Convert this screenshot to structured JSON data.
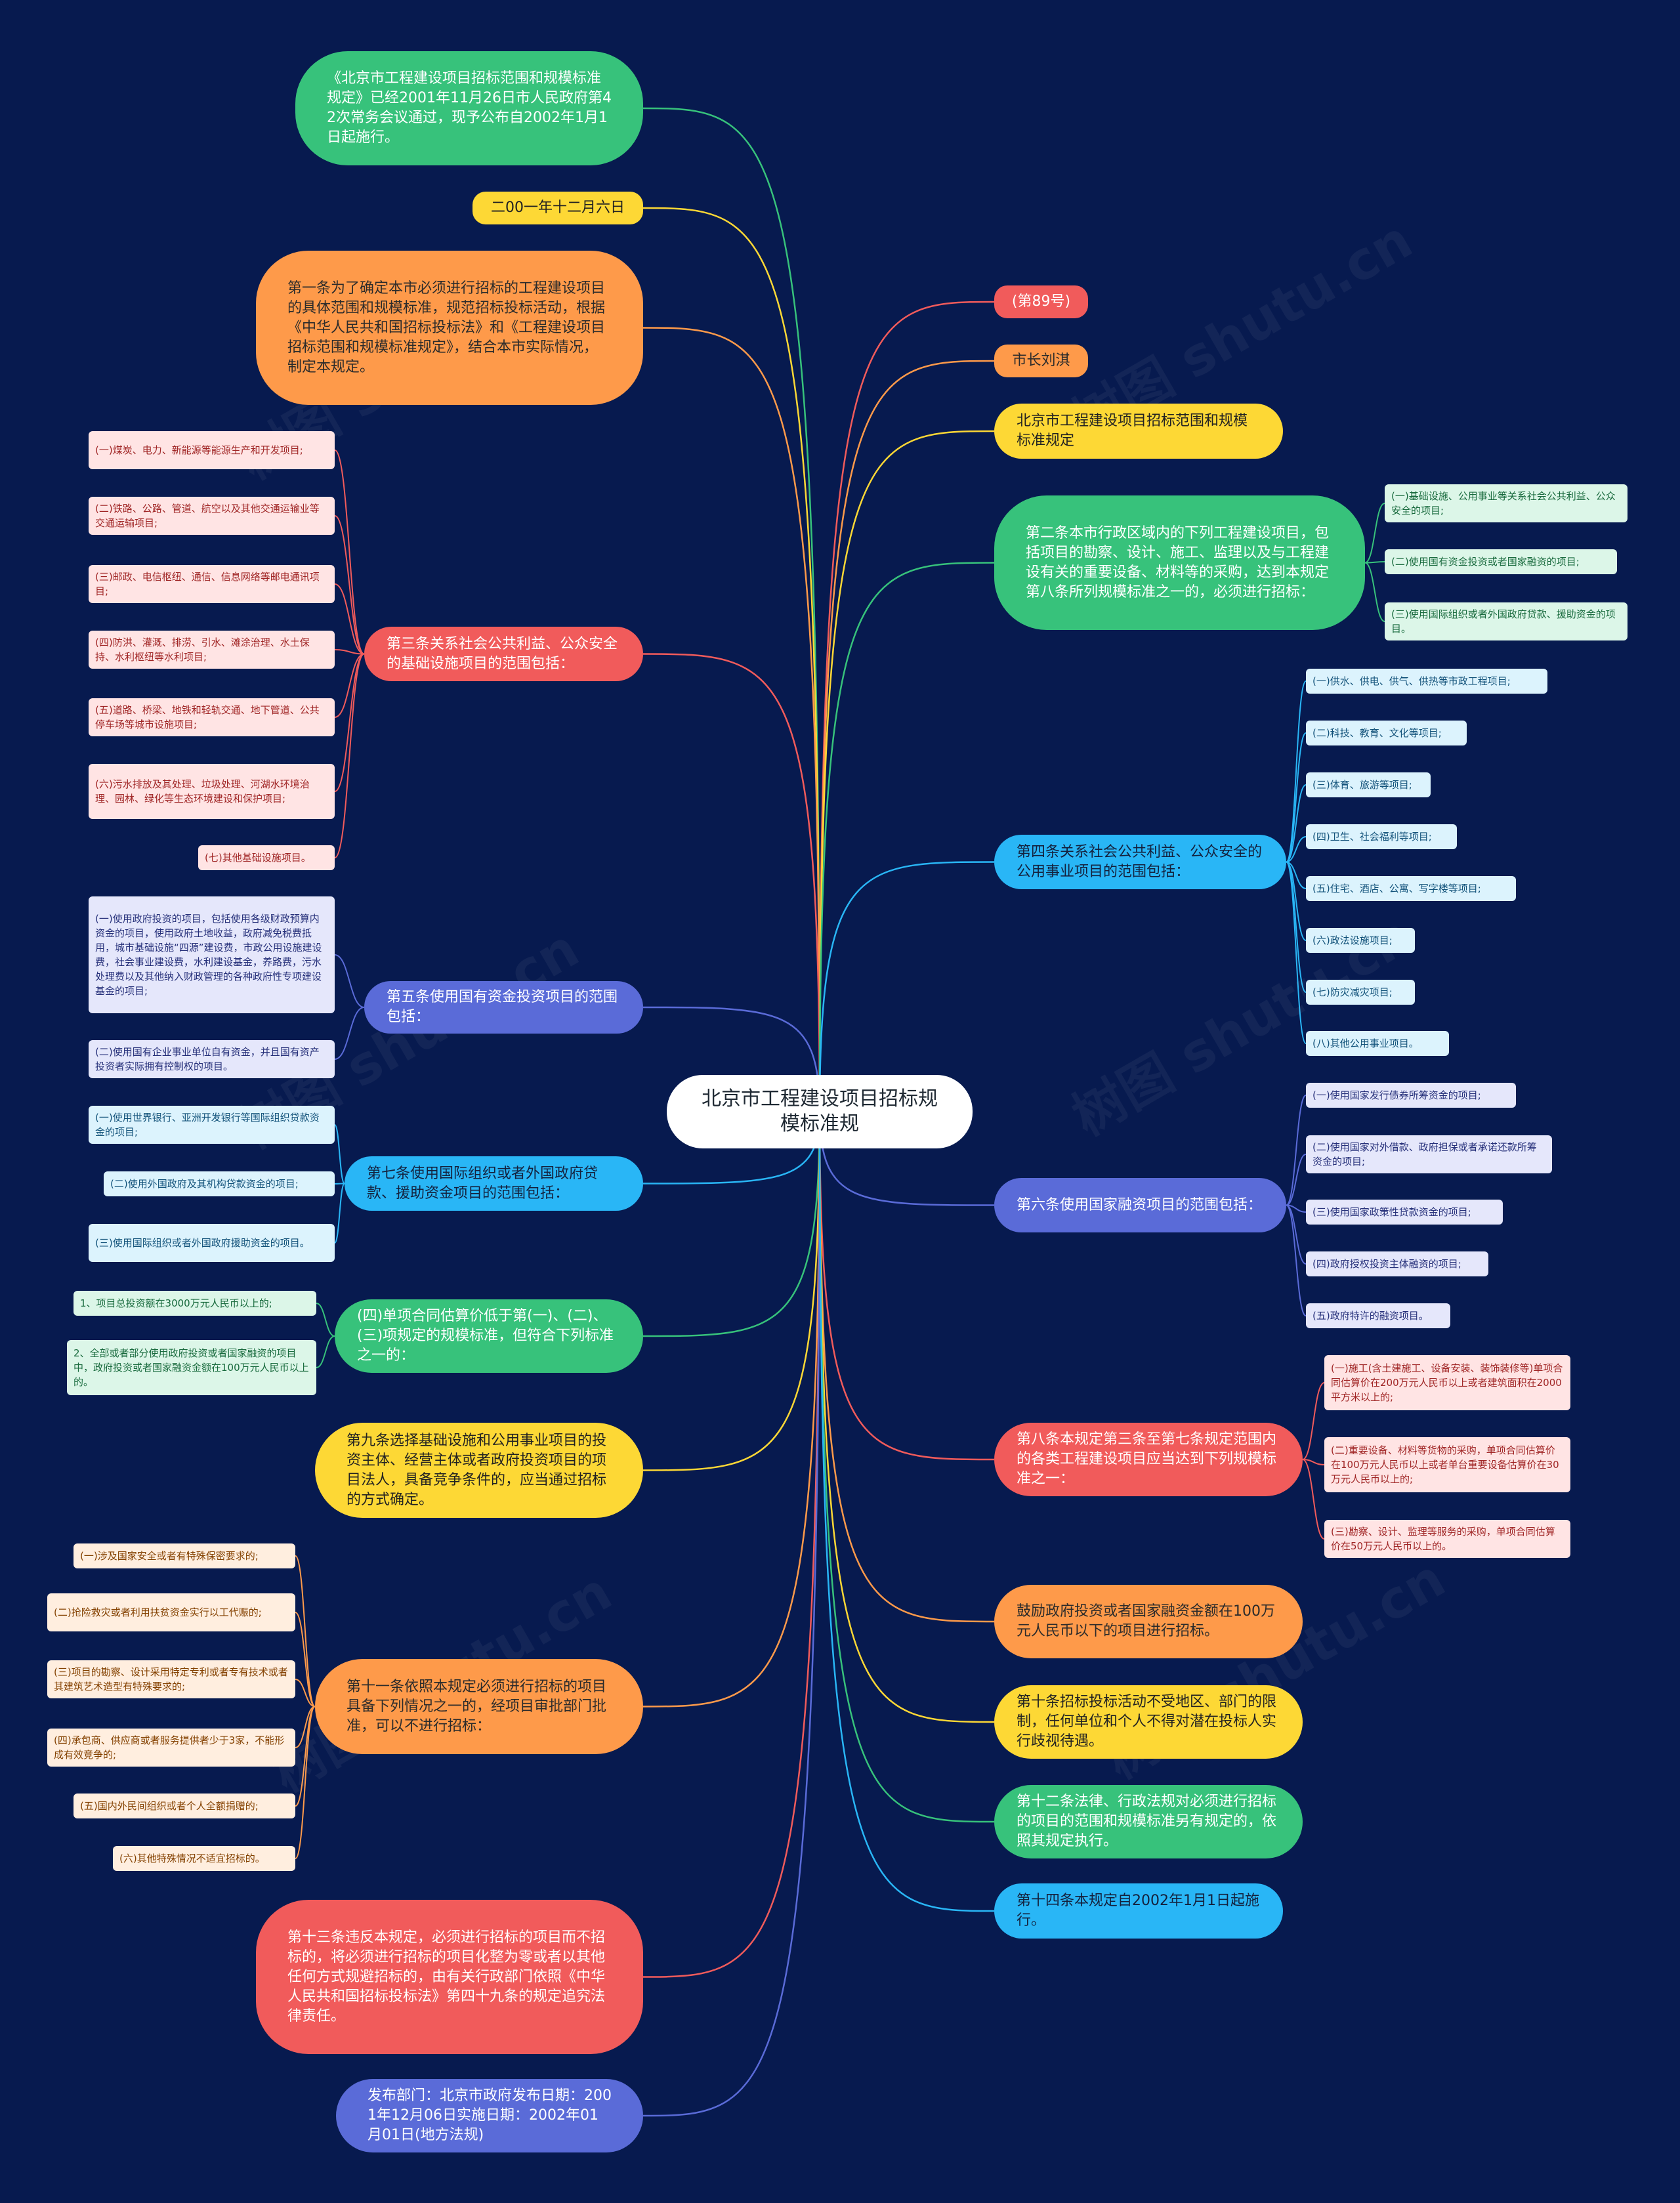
{
  "colors": {
    "background": "#071a4f",
    "green": "#37c27b",
    "yellow": "#fdd835",
    "orange": "#fe9a4a",
    "red": "#f15b5b",
    "purple": "#5a6bd8",
    "blue": "#29b6f6",
    "leaf_pink": "#ffe4e4",
    "leaf_lavender": "#e5e7fb",
    "leaf_cyan": "#dcf3fd",
    "leaf_mint": "#dcf6e8",
    "leaf_peach": "#ffeedf"
  },
  "watermark": "树图 shutu.cn",
  "root": {
    "text": "北京市工程建设项目招标规模标准规"
  },
  "left": {
    "n_gazette": "《北京市工程建设项目招标范围和规模标准规定》已经2001年11月26日市人民政府第42次常务会议通过，现予公布自2002年1月1日起施行。",
    "n_date": "二00一年十二月六日",
    "n_art1": "第一条为了确定本市必须进行招标的工程建设项目的具体范围和规模标准，规范招标投标活动，根据《中华人民共和国招标投标法》和《工程建设项目招标范围和规模标准规定》，结合本市实际情况，制定本规定。",
    "n_art3": "第三条关系社会公共利益、公众安全的基础设施项目的范围包括：",
    "art3_items": [
      "(一)煤炭、电力、新能源等能源生产和开发项目;",
      "(二)铁路、公路、管道、航空以及其他交通运输业等交通运输项目;",
      "(三)邮政、电信枢纽、通信、信息网络等邮电通讯项目;",
      "(四)防洪、灌溉、排涝、引水、滩涂治理、水土保持、水利枢纽等水利项目;",
      "(五)道路、桥梁、地铁和轻轨交通、地下管道、公共停车场等城市设施项目;",
      "(六)污水排放及其处理、垃圾处理、河湖水环境治理、园林、绿化等生态环境建设和保护项目;",
      "(七)其他基础设施项目。"
    ],
    "n_art5": "第五条使用国有资金投资项目的范围包括：",
    "art5_items": [
      "(一)使用政府投资的项目，包括使用各级财政预算内资金的项目，使用政府土地收益，政府减免税费抵用，城市基础设施“四源”建设费，市政公用设施建设费，社会事业建设费，水利建设基金，养路费，污水处理费以及其他纳入财政管理的各种政府性专项建设基金的项目;",
      "(二)使用国有企业事业单位自有资金，并且国有资产投资者实际拥有控制权的项目。"
    ],
    "n_art7": "第七条使用国际组织或者外国政府贷款、援助资金项目的范围包括：",
    "art7_items": [
      "(一)使用世界银行、亚洲开发银行等国际组织贷款资金的项目;",
      "(二)使用外国政府及其机构贷款资金的项目;",
      "(三)使用国际组织或者外国政府援助资金的项目。"
    ],
    "n_four": "(四)单项合同估算价低于第(一)、(二)、(三)项规定的规模标准，但符合下列标准之一的：",
    "four_items": [
      "1、项目总投资额在3000万元人民币以上的;",
      "2、全部或者部分使用政府投资或者国家融资的项目中，政府投资或者国家融资金额在100万元人民币以上的。"
    ],
    "n_art9": "第九条选择基础设施和公用事业项目的投资主体、经营主体或者政府投资项目的项目法人，具备竞争条件的，应当通过招标的方式确定。",
    "n_art11": "第十一条依照本规定必须进行招标的项目具备下列情况之一的，经项目审批部门批准，可以不进行招标：",
    "art11_items": [
      "(一)涉及国家安全或者有特殊保密要求的;",
      "(二)抢险救灾或者利用扶贫资金实行以工代赈的;",
      "(三)项目的勘察、设计采用特定专利或者专有技术或者其建筑艺术造型有特殊要求的;",
      "(四)承包商、供应商或者服务提供者少于3家，不能形成有效竞争的;",
      "(五)国内外民间组织或者个人全额捐赠的;",
      "(六)其他特殊情况不适宜招标的。"
    ],
    "n_art13": "第十三条违反本规定，必须进行招标的项目而不招标的，将必须进行招标的项目化整为零或者以其他任何方式规避招标的，由有关行政部门依照《中华人民共和国招标投标法》第四十九条的规定追究法律责任。",
    "n_pub": "发布部门：北京市政府发布日期：2001年12月06日实施日期：2002年01月01日(地方法规)"
  },
  "right": {
    "n_no": "(第89号)",
    "n_mayor": "市长刘淇",
    "n_title": "北京市工程建设项目招标范围和规模标准规定",
    "n_art2": "第二条本市行政区域内的下列工程建设项目，包括项目的勘察、设计、施工、监理以及与工程建设有关的重要设备、材料等的采购，达到本规定第八条所列规模标准之一的，必须进行招标：",
    "art2_items": [
      "(一)基础设施、公用事业等关系社会公共利益、公众安全的项目;",
      "(二)使用国有资金投资或者国家融资的项目;",
      "(三)使用国际组织或者外国政府贷款、援助资金的项目。"
    ],
    "n_art4": "第四条关系社会公共利益、公众安全的公用事业项目的范围包括：",
    "art4_items": [
      "(一)供水、供电、供气、供热等市政工程项目;",
      "(二)科技、教育、文化等项目;",
      "(三)体育、旅游等项目;",
      "(四)卫生、社会福利等项目;",
      "(五)住宅、酒店、公寓、写字楼等项目;",
      "(六)政法设施项目;",
      "(七)防灾减灾项目;",
      "(八)其他公用事业项目。"
    ],
    "n_art6": "第六条使用国家融资项目的范围包括：",
    "art6_items": [
      "(一)使用国家发行债券所筹资金的项目;",
      "(二)使用国家对外借款、政府担保或者承诺还款所筹资金的项目;",
      "(三)使用国家政策性贷款资金的项目;",
      "(四)政府授权投资主体融资的项目;",
      "(五)政府特许的融资项目。"
    ],
    "n_art8": "第八条本规定第三条至第七条规定范围内的各类工程建设项目应当达到下列规模标准之一：",
    "art8_items": [
      "(一)施工(含土建施工、设备安装、装饰装修等)单项合同估算价在200万元人民币以上或者建筑面积在2000平方米以上的;",
      "(二)重要设备、材料等货物的采购，单项合同估算价在100万元人民币以上或者单台重要设备估算价在30万元人民币以上的;",
      "(三)勘察、设计、监理等服务的采购，单项合同估算价在50万元人民币以上的。"
    ],
    "n_encourage": "鼓励政府投资或者国家融资金额在100万元人民币以下的项目进行招标。",
    "n_art10": "第十条招标投标活动不受地区、部门的限制，任何单位和个人不得对潜在投标人实行歧视待遇。",
    "n_art12": "第十二条法律、行政法规对必须进行招标的项目的范围和规模标准另有规定的，依照其规定执行。",
    "n_art14": "第十四条本规定自2002年1月1日起施行。"
  }
}
